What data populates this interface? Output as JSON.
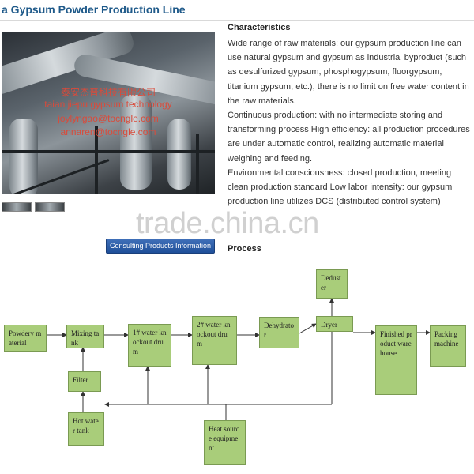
{
  "page_title": "a Gypsum Powder Production Line",
  "photo": {
    "watermark_cn": "泰安杰普科技有限公司",
    "watermark_en": "taian jiepu gypsum  technology",
    "email1": "joylyngao@tocngle.com",
    "email2": "annaren@tocngle.com"
  },
  "consult_button": "Consulting Products Information",
  "site_watermark": "trade.china.cn",
  "characteristics": {
    "heading": "Characteristics",
    "paragraphs": [
      "Wide range of raw materials: our gypsum production line can use natural gypsum and gypsum as industrial byproduct (such as desulfurized gypsum, phosphogypsum, fluorgypsum, titanium gypsum, etc.), there is no limit on free water content in the raw materials.",
      "Continuous production: with no intermediate storing and transforming process High efficiency: all production procedures are under automatic control, realizing automatic material weighing and feeding.",
      "Environmental consciousness: closed production, meeting clean production standard Low labor intensity: our gypsum production line utilizes DCS (distributed control system)"
    ]
  },
  "process": {
    "heading": "Process",
    "nodes": {
      "powdery": "Powdery material",
      "mixing": "Mixing tank",
      "filter": "Filter",
      "hotwater": "Hot water tank",
      "drum1": "1#   water knockout drum",
      "drum2": "2#   water knockout drum",
      "dehydrator": "Dehydrator",
      "dryer": "Dryer",
      "deduster": "Deduster",
      "finished": "Finished product warehouse",
      "packing": "Packing machine",
      "heat": "Heat source equipment"
    }
  }
}
